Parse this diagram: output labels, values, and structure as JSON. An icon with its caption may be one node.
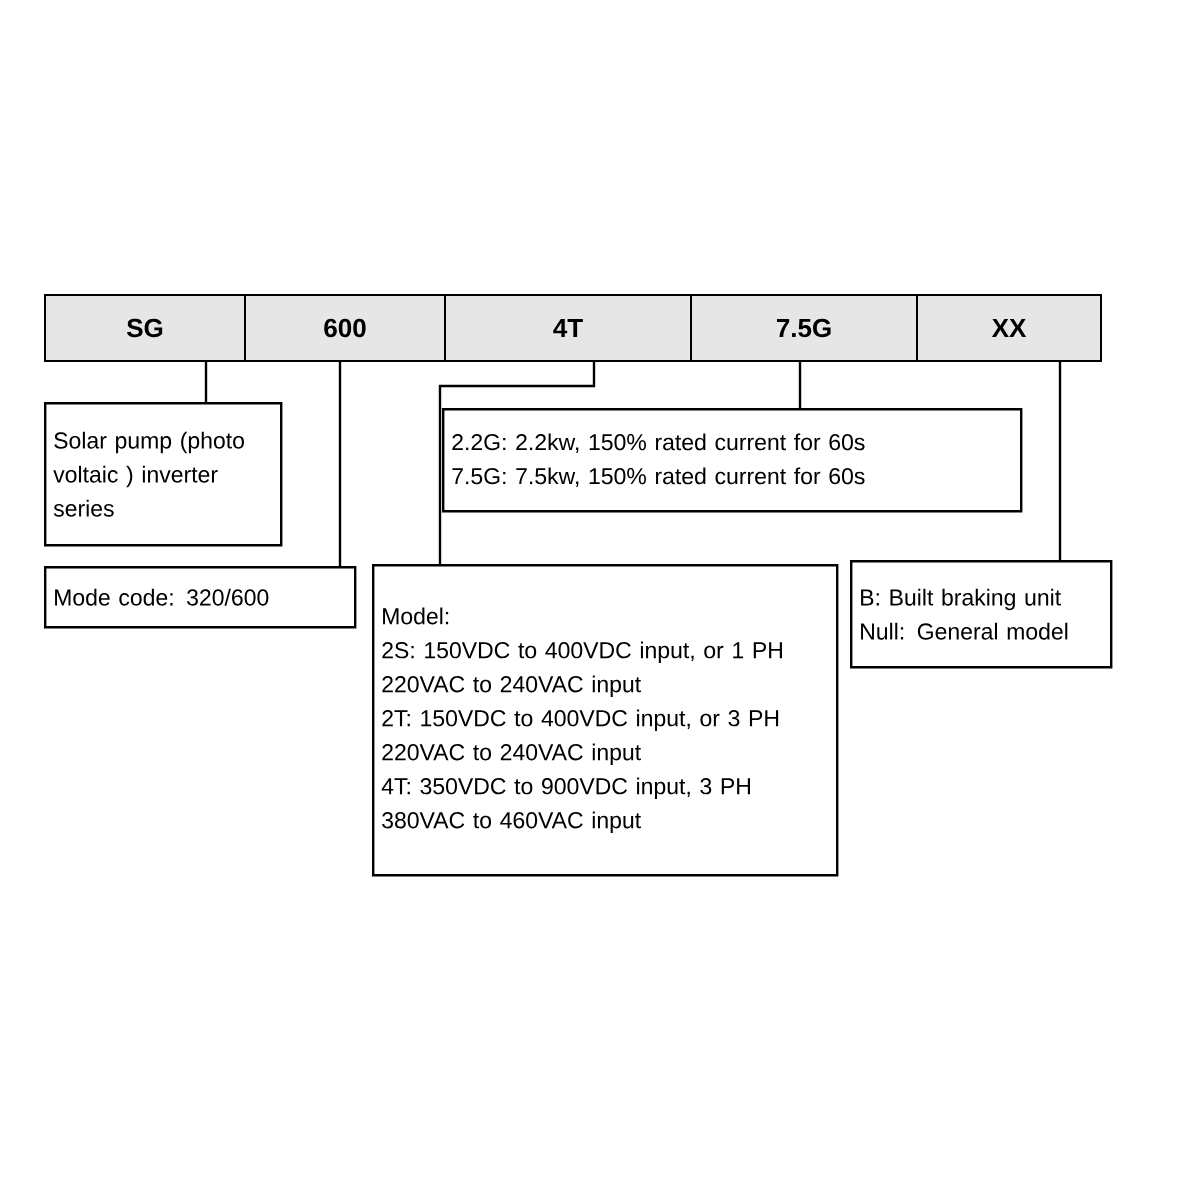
{
  "diagram": {
    "nodes": [
      {
        "text": [
          "SG"
        ]
      },
      {
        "text": [
          "600"
        ]
      },
      {
        "text": [
          "4T"
        ]
      },
      {
        "text": [
          "7.5G"
        ]
      },
      {
        "text": [
          "XX"
        ]
      },
      {
        "text": [
          "Solar pump (photo voltaic ) inverter series"
        ]
      },
      {
        "text": [
          "Mode code: 320/600"
        ]
      },
      {
        "text": [
          "Model:",
          "2S: 150VDC to 400VDC input, or 1 PH 220VAC to 240VAC input",
          "2T: 150VDC to 400VDC input, or 3 PH 220VAC to 240VAC input",
          "4T: 350VDC to 900VDC input, 3 PH 380VAC to 460VAC input"
        ]
      },
      {
        "text": [
          "2.2G: 2.2kw, 150% rated current for 60s",
          "7.5G: 7.5kw, 150% rated current for 60s"
        ]
      },
      {
        "text": [
          "B: Built braking unit",
          "Null: General model"
        ]
      }
    ],
    "edges": [
      {
        "from": 0,
        "to": 5,
        "arrow": "none"
      },
      {
        "from": 1,
        "to": 6,
        "arrow": "none"
      },
      {
        "from": 2,
        "to": 7,
        "arrow": "none"
      },
      {
        "from": 3,
        "to": 8,
        "arrow": "none"
      },
      {
        "from": 4,
        "to": 9,
        "arrow": "none"
      }
    ]
  }
}
